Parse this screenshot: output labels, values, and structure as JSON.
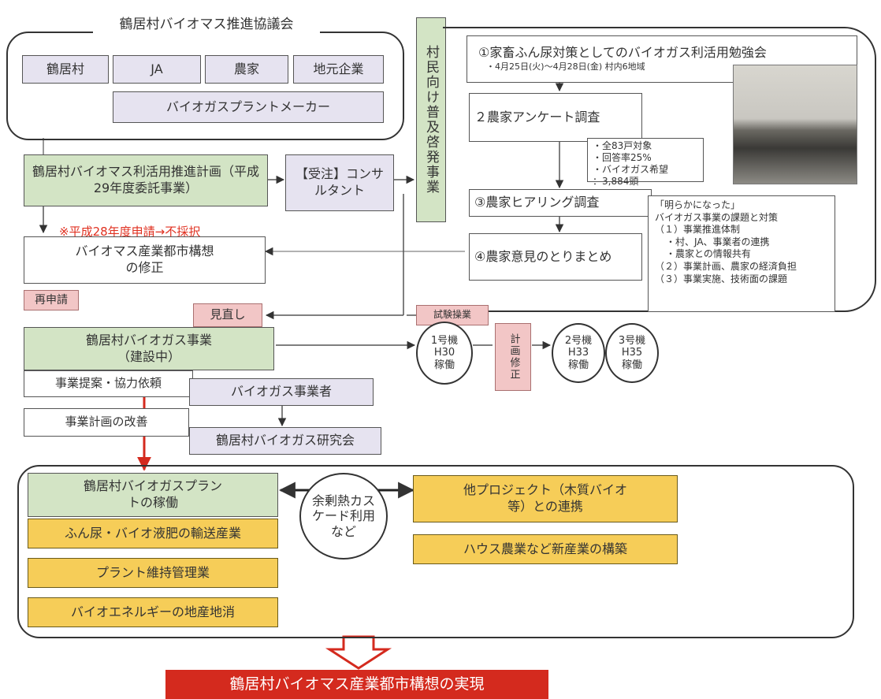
{
  "council": {
    "title": "鶴居村バイオマス推進協議会",
    "members": [
      "鶴居村",
      "JA",
      "農家",
      "地元企業"
    ],
    "maker": "バイオガスプラントメーカー"
  },
  "plan": {
    "label": "鶴居村バイオマス利活用推進計画（平成29年度委託事業）"
  },
  "consultant": {
    "label": "【受注】コンサルタント"
  },
  "outreach": {
    "label": "村民向け普及啓発事業"
  },
  "study": {
    "item1": "①家畜ふん尿対策としてのバイオガス利活用勉強会",
    "item1_date": "・4月25日(火)～4月28日(金) 村内6地域",
    "item2": "２農家アンケート調査",
    "stats": [
      "・全83戸対象",
      "・回答率25%",
      "・バイオガス希望",
      "：3,884頭"
    ],
    "item3": "③農家ヒアリング調査",
    "item4": "④農家意見のとりまとめ"
  },
  "findings": {
    "lines": [
      "「明らかになった」",
      "バイオガス事業の課題と対策",
      "（１）事業推進体制",
      "・村、JA、事業者の連携",
      "・農家との情報共有",
      "（２）事業計画、農家の経済負担",
      "（３）事業実施、技術面の課題"
    ]
  },
  "red_note": "※平成28年度申請→不採択",
  "vision_fix": "バイオマス産業都市構想の修正",
  "reapply": "再申請",
  "review": "見直し",
  "trial": "試験操業",
  "biogas_project": "鶴居村バイオガス事業（建設中）",
  "units": [
    {
      "lines": [
        "1号機",
        "H30",
        "稼働"
      ]
    },
    {
      "lines": [
        "2号機",
        "H33",
        "稼働"
      ]
    },
    {
      "lines": [
        "3号機",
        "H35",
        "稼働"
      ]
    }
  ],
  "plan_revision": "計画修正",
  "proposal": "事業提案・協力依頼",
  "operator": "バイオガス事業者",
  "improve": "事業計画の改善",
  "research": "鶴居村バイオガス研究会",
  "bottom": {
    "plant": "鶴居村バイオガスプラントの稼働",
    "left_items": [
      "ふん尿・バイオ液肥の輸送産業",
      "プラント維持管理業",
      "バイオエネルギーの地産地消"
    ],
    "center": "余剰熱カスケード利用など",
    "other_project": "他プロジェクト（木質バイオ等）との連携",
    "new_industry": "ハウス農業など新産業の構築"
  },
  "goal": "鶴居村バイオマス産業都市構想の実現"
}
